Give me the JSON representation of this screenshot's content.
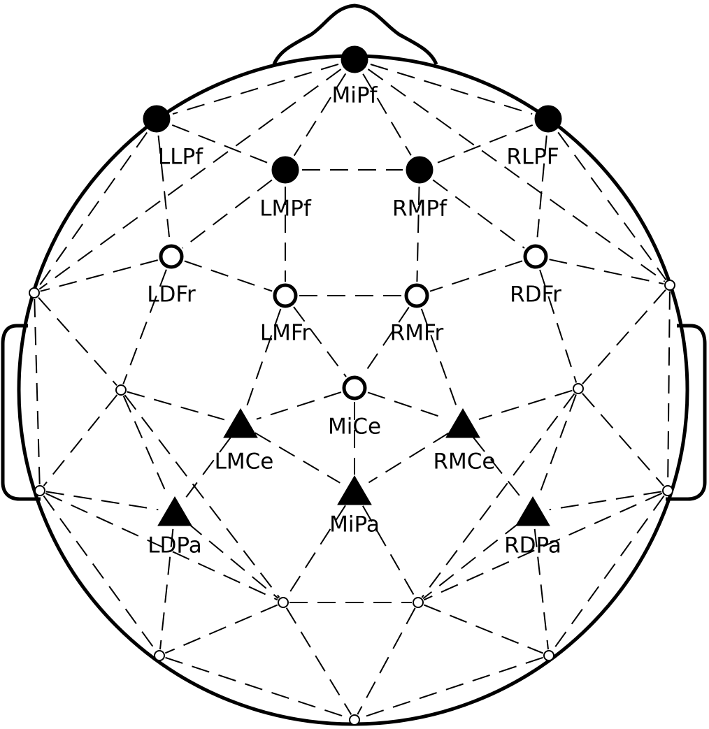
{
  "colors": {
    "stroke": "#000000",
    "fill_dark": "#000000",
    "fill_light": "#ffffff"
  },
  "electrodes": [
    {
      "id": "MiPf",
      "label": "MiPf",
      "marker": "filled-circle"
    },
    {
      "id": "LLPf",
      "label": "LLPf",
      "marker": "filled-circle"
    },
    {
      "id": "RLPF",
      "label": "RLPF",
      "marker": "filled-circle"
    },
    {
      "id": "LMPf",
      "label": "LMPf",
      "marker": "filled-circle"
    },
    {
      "id": "RMPf",
      "label": "RMPf",
      "marker": "filled-circle"
    },
    {
      "id": "LDFr",
      "label": "LDFr",
      "marker": "open-circle"
    },
    {
      "id": "RDFr",
      "label": "RDFr",
      "marker": "open-circle"
    },
    {
      "id": "LMFr",
      "label": "LMFr",
      "marker": "open-circle"
    },
    {
      "id": "RMFr",
      "label": "RMFr",
      "marker": "open-circle"
    },
    {
      "id": "MiCe",
      "label": "MiCe",
      "marker": "open-circle"
    },
    {
      "id": "LMCe",
      "label": "LMCe",
      "marker": "filled-triangle"
    },
    {
      "id": "RMCe",
      "label": "RMCe",
      "marker": "filled-triangle"
    },
    {
      "id": "MiPa",
      "label": "MiPa",
      "marker": "filled-triangle"
    },
    {
      "id": "LDPa",
      "label": "LDPa",
      "marker": "filled-triangle"
    },
    {
      "id": "RDPa",
      "label": "RDPa",
      "marker": "filled-triangle"
    },
    {
      "id": "n1",
      "label": "",
      "marker": "small-circle"
    },
    {
      "id": "n2",
      "label": "",
      "marker": "small-circle"
    },
    {
      "id": "n3",
      "label": "",
      "marker": "small-circle"
    },
    {
      "id": "n4",
      "label": "",
      "marker": "small-circle"
    },
    {
      "id": "n5",
      "label": "",
      "marker": "small-circle"
    },
    {
      "id": "n6",
      "label": "",
      "marker": "small-circle"
    },
    {
      "id": "n7",
      "label": "",
      "marker": "small-circle"
    },
    {
      "id": "n8",
      "label": "",
      "marker": "small-circle"
    },
    {
      "id": "n9",
      "label": "",
      "marker": "small-circle"
    },
    {
      "id": "n10",
      "label": "",
      "marker": "small-circle"
    },
    {
      "id": "n11",
      "label": "",
      "marker": "small-circle"
    }
  ],
  "connections": [
    [
      "MiPf",
      "LLPf"
    ],
    [
      "MiPf",
      "RLPF"
    ],
    [
      "MiPf",
      "LMPf"
    ],
    [
      "MiPf",
      "RMPf"
    ],
    [
      "MiPf",
      "n1"
    ],
    [
      "MiPf",
      "n2"
    ],
    [
      "LLPf",
      "LMPf"
    ],
    [
      "LLPf",
      "LDFr"
    ],
    [
      "LLPf",
      "n1"
    ],
    [
      "RLPF",
      "RMPf"
    ],
    [
      "RLPF",
      "RDFr"
    ],
    [
      "RLPF",
      "n2"
    ],
    [
      "LMPf",
      "RMPf"
    ],
    [
      "LMPf",
      "LDFr"
    ],
    [
      "LMPf",
      "LMFr"
    ],
    [
      "RMPf",
      "RDFr"
    ],
    [
      "RMPf",
      "RMFr"
    ],
    [
      "LDFr",
      "LMFr"
    ],
    [
      "LDFr",
      "n1"
    ],
    [
      "LDFr",
      "n3"
    ],
    [
      "RDFr",
      "RMFr"
    ],
    [
      "RDFr",
      "n2"
    ],
    [
      "RDFr",
      "n4"
    ],
    [
      "LMFr",
      "RMFr"
    ],
    [
      "LMFr",
      "MiCe"
    ],
    [
      "LMFr",
      "LMCe"
    ],
    [
      "RMFr",
      "MiCe"
    ],
    [
      "RMFr",
      "RMCe"
    ],
    [
      "n1",
      "n3"
    ],
    [
      "n1",
      "n5"
    ],
    [
      "n2",
      "n4"
    ],
    [
      "n2",
      "n6"
    ],
    [
      "n3",
      "n5"
    ],
    [
      "n3",
      "LMCe"
    ],
    [
      "n3",
      "LDPa"
    ],
    [
      "n3",
      "n7"
    ],
    [
      "n4",
      "n6"
    ],
    [
      "n4",
      "RMCe"
    ],
    [
      "n4",
      "RDPa"
    ],
    [
      "n4",
      "n8"
    ],
    [
      "MiCe",
      "LMCe"
    ],
    [
      "MiCe",
      "RMCe"
    ],
    [
      "MiCe",
      "MiPa"
    ],
    [
      "LMCe",
      "LDPa"
    ],
    [
      "LMCe",
      "MiPa"
    ],
    [
      "RMCe",
      "RDPa"
    ],
    [
      "RMCe",
      "MiPa"
    ],
    [
      "n5",
      "LDPa"
    ],
    [
      "n5",
      "n7"
    ],
    [
      "n5",
      "n9"
    ],
    [
      "n6",
      "RDPa"
    ],
    [
      "n6",
      "n8"
    ],
    [
      "n6",
      "n10"
    ],
    [
      "LDPa",
      "n7"
    ],
    [
      "LDPa",
      "n9"
    ],
    [
      "RDPa",
      "n8"
    ],
    [
      "RDPa",
      "n10"
    ],
    [
      "MiPa",
      "n7"
    ],
    [
      "MiPa",
      "n8"
    ],
    [
      "n7",
      "n8"
    ],
    [
      "n7",
      "n9"
    ],
    [
      "n7",
      "n11"
    ],
    [
      "n8",
      "n10"
    ],
    [
      "n8",
      "n11"
    ],
    [
      "n9",
      "n11"
    ],
    [
      "n10",
      "n11"
    ]
  ]
}
